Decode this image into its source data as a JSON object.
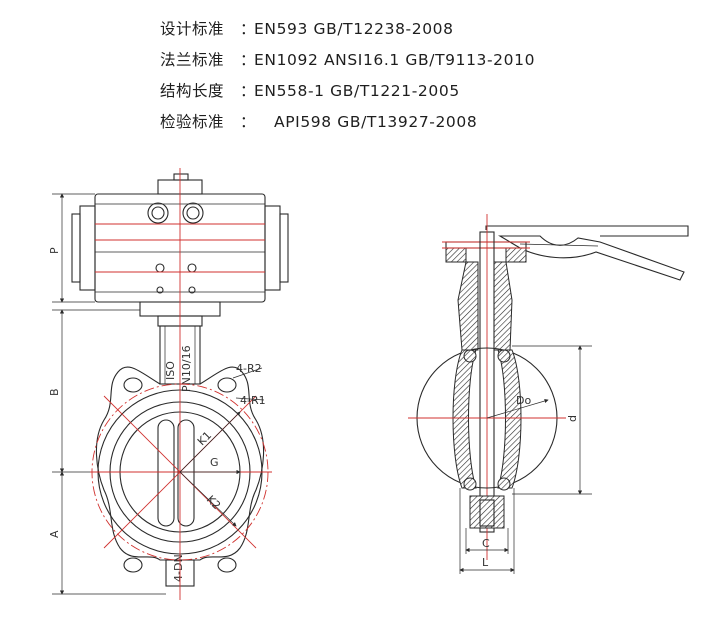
{
  "specs": [
    {
      "label": "设计标准",
      "colon": "：",
      "value": "EN593   GB/T12238-2008"
    },
    {
      "label": "法兰标准",
      "colon": "：",
      "value": "EN1092   ANSI16.1   GB/T9113-2010"
    },
    {
      "label": "结构长度",
      "colon": "：",
      "value": "EN558-1   GB/T1221-2005"
    },
    {
      "label": "检验标准",
      "colon": "：",
      "value": "API598   GB/T13927-2008"
    }
  ],
  "dimensions": {
    "P": "P",
    "B": "B",
    "A": "A",
    "R2": "4-R2",
    "R1": "4-R1",
    "K1": "K1",
    "G": "G",
    "K2": "K2",
    "Do": "Do",
    "d": "d",
    "C": "C",
    "L": "L"
  },
  "stamps": {
    "iso": "ISO",
    "pn": "PN10/16",
    "dn": "4-DN"
  },
  "colors": {
    "line": "#2a2a2a",
    "centerline": "#d0322f",
    "text": "#1e1e1e"
  }
}
